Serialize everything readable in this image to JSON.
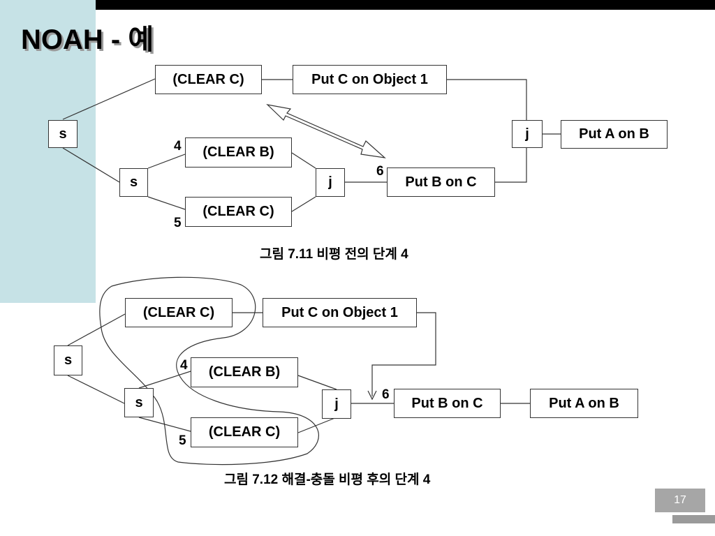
{
  "title": "NOAH - 예",
  "fig1": {
    "nodes": {
      "s_outer": "s",
      "s_inner": "s",
      "clear_c_top": "(CLEAR C)",
      "put_c_obj1": "Put C on Object 1",
      "clear_b": "(CLEAR B)",
      "clear_c_bottom": "(CLEAR C)",
      "j_inner": "j",
      "put_b_on_c": "Put B on C",
      "j_outer": "j",
      "put_a_on_b": "Put A on B"
    },
    "labels": {
      "n4": "4",
      "n5": "5",
      "n6": "6"
    },
    "caption": "그림 7.11 비평 전의 단계 4"
  },
  "fig2": {
    "nodes": {
      "s_outer": "s",
      "s_inner": "s",
      "clear_c_top": "(CLEAR C)",
      "put_c_obj1": "Put C on Object 1",
      "clear_b": "(CLEAR B)",
      "clear_c_bottom": "(CLEAR C)",
      "j": "j",
      "put_b_on_c": "Put B on C",
      "put_a_on_b": "Put A on B"
    },
    "labels": {
      "n4": "4",
      "n5": "5",
      "n6": "6"
    },
    "caption": "그림 7.12 해결-충돌 비평 후의 단계 4"
  },
  "page_number": "17"
}
